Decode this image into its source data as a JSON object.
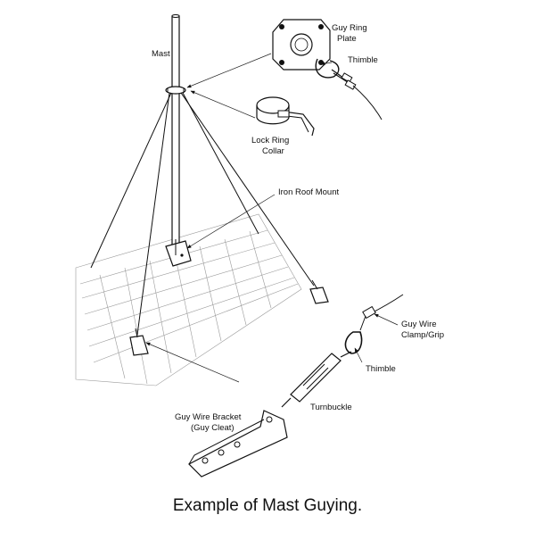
{
  "diagram": {
    "labels": {
      "mast": "Mast",
      "guy_ring_plate_1": "Guy Ring",
      "guy_ring_plate_2": "Plate",
      "thimble_top": "Thimble",
      "lock_ring_1": "Lock Ring",
      "lock_ring_2": "Collar",
      "iron_roof_mount": "Iron Roof Mount",
      "guy_wire_clamp_1": "Guy Wire",
      "guy_wire_clamp_2": "Clamp/Grip",
      "thimble_bottom": "Thimble",
      "turnbuckle": "Turnbuckle",
      "guy_bracket_1": "Guy Wire Bracket",
      "guy_bracket_2": "(Guy Cleat)"
    },
    "caption": "Example of Mast Guying."
  }
}
